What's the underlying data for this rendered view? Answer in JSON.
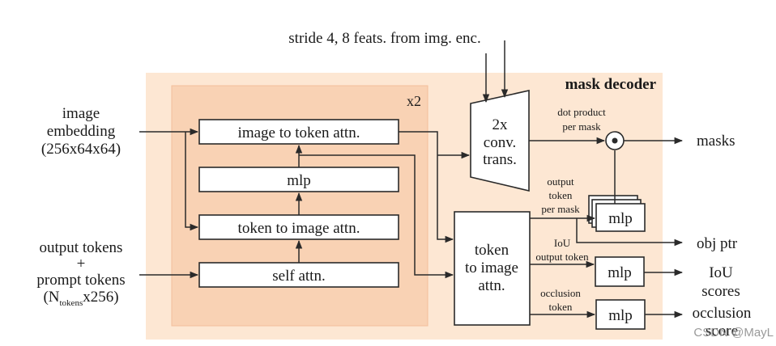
{
  "top_input": "stride 4, 8 feats. from img. enc.",
  "module_title": "mask decoder",
  "repeat_label": "x2",
  "inputs": {
    "image_embedding": [
      "image",
      "embedding",
      "(256x64x64)"
    ],
    "output_tokens": [
      "output tokens",
      "+",
      "prompt tokens"
    ],
    "dims_prefix": "(N",
    "dims_subscript": "tokens",
    "dims_suffix": "x256)"
  },
  "blocks": {
    "image_to_token": "image to token attn.",
    "mlp": "mlp",
    "token_to_image": "token to image attn.",
    "self_attn": "self attn.",
    "conv_trans": [
      "2x",
      "conv.",
      "trans."
    ],
    "final_attn": [
      "token",
      "to image",
      "attn."
    ],
    "mlp_mask": "mlp",
    "mlp_iou": "mlp",
    "mlp_occ": "mlp"
  },
  "edge_labels": {
    "dot_product": [
      "dot product",
      "per mask"
    ],
    "output_token": [
      "output",
      "token",
      "per mask"
    ],
    "iou_token": [
      "IoU",
      "output token"
    ],
    "occ_token": [
      "occlusion",
      "token"
    ]
  },
  "outputs": {
    "masks": "masks",
    "obj_ptr": "obj ptr",
    "iou": [
      "IoU",
      "scores"
    ],
    "occ": [
      "occlusion",
      "score"
    ]
  },
  "watermark": "CSDN @MayL",
  "colors": {
    "outer_bg": "#fde7d3",
    "inner_bg": "#f9d2b4",
    "stroke": "#2a2a2a"
  }
}
